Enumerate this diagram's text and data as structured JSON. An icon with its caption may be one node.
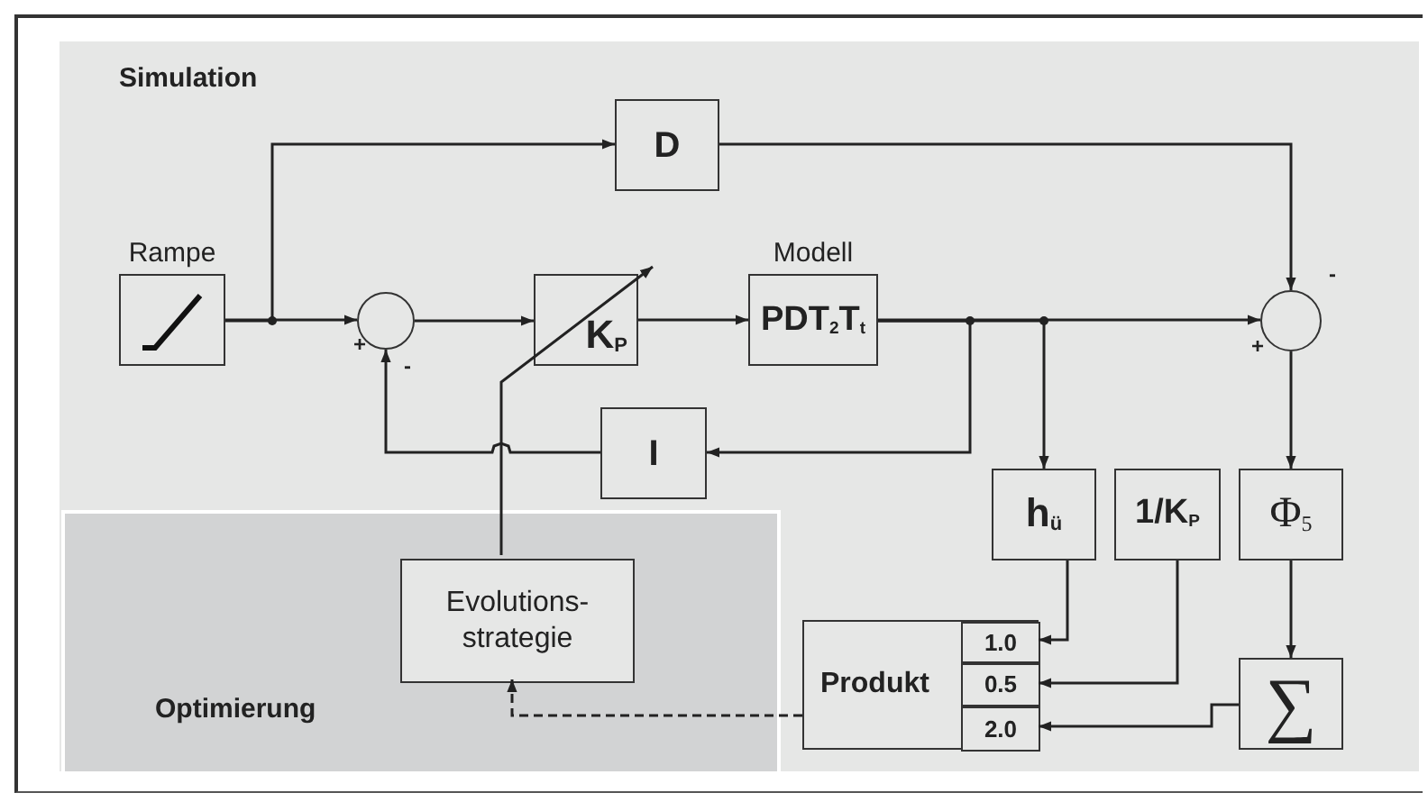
{
  "diagram": {
    "nodes": [
      {
        "text": [
          "Simulation"
        ]
      },
      {
        "text": [
          "Optimierung"
        ],
        "in": 0
      },
      {
        "text": [
          "Rampe"
        ],
        "in": 0
      },
      {
        "text": [
          "D"
        ],
        "in": 0
      },
      {
        "text": [],
        "shape": "circle",
        "in": 0
      },
      {
        "text": [
          "K$_{P}$"
        ],
        "in": 0
      },
      {
        "text": [
          "Modell",
          "PDT$_{2}$T$_{t}$"
        ],
        "in": 0
      },
      {
        "text": [],
        "shape": "circle",
        "in": 0
      },
      {
        "text": [
          "I"
        ],
        "in": 0
      },
      {
        "text": [
          "h$_{ü}$"
        ],
        "in": 0
      },
      {
        "text": [
          "1/K$_{P}$"
        ],
        "in": 0
      },
      {
        "text": [
          "Φ$_{5}$"
        ],
        "in": 0
      },
      {
        "text": [
          "Evolutions- strategie"
        ],
        "in": 1
      },
      {
        "text": [
          "Produkt"
        ],
        "in": 0
      },
      {
        "text": [
          "1.0"
        ],
        "in": 13
      },
      {
        "text": [
          "0.5"
        ],
        "in": 13
      },
      {
        "text": [
          "2.0"
        ],
        "in": 13
      },
      {
        "text": [
          "∑"
        ],
        "in": 0
      }
    ],
    "edges": [
      {
        "from": 2,
        "to": 4,
        "arrow": "to"
      },
      {
        "from": 2,
        "to": 3,
        "arrow": "to"
      },
      {
        "from": 3,
        "to": 7,
        "arrow": "to"
      },
      {
        "from": 4,
        "to": 5,
        "arrow": "to"
      },
      {
        "from": 5,
        "to": 6,
        "arrow": "to"
      },
      {
        "from": 6,
        "to": 7,
        "arrow": "to"
      },
      {
        "from": 6,
        "to": 8,
        "arrow": "to"
      },
      {
        "from": 6,
        "to": 9,
        "arrow": "to"
      },
      {
        "from": 8,
        "to": 4,
        "arrow": "to"
      },
      {
        "from": 7,
        "to": 11,
        "arrow": "to"
      },
      {
        "from": 11,
        "to": 17,
        "arrow": "to"
      },
      {
        "from": 9,
        "to": 14,
        "arrow": "to"
      },
      {
        "from": 10,
        "to": 15,
        "arrow": "to"
      },
      {
        "from": 17,
        "to": 16,
        "arrow": "to"
      },
      {
        "from": 13,
        "to": 12,
        "arrow": "to",
        "style": "dashed"
      },
      {
        "from": 12,
        "to": 5,
        "arrow": "to"
      }
    ],
    "labels": [
      "+",
      "-",
      "+",
      "-"
    ]
  }
}
